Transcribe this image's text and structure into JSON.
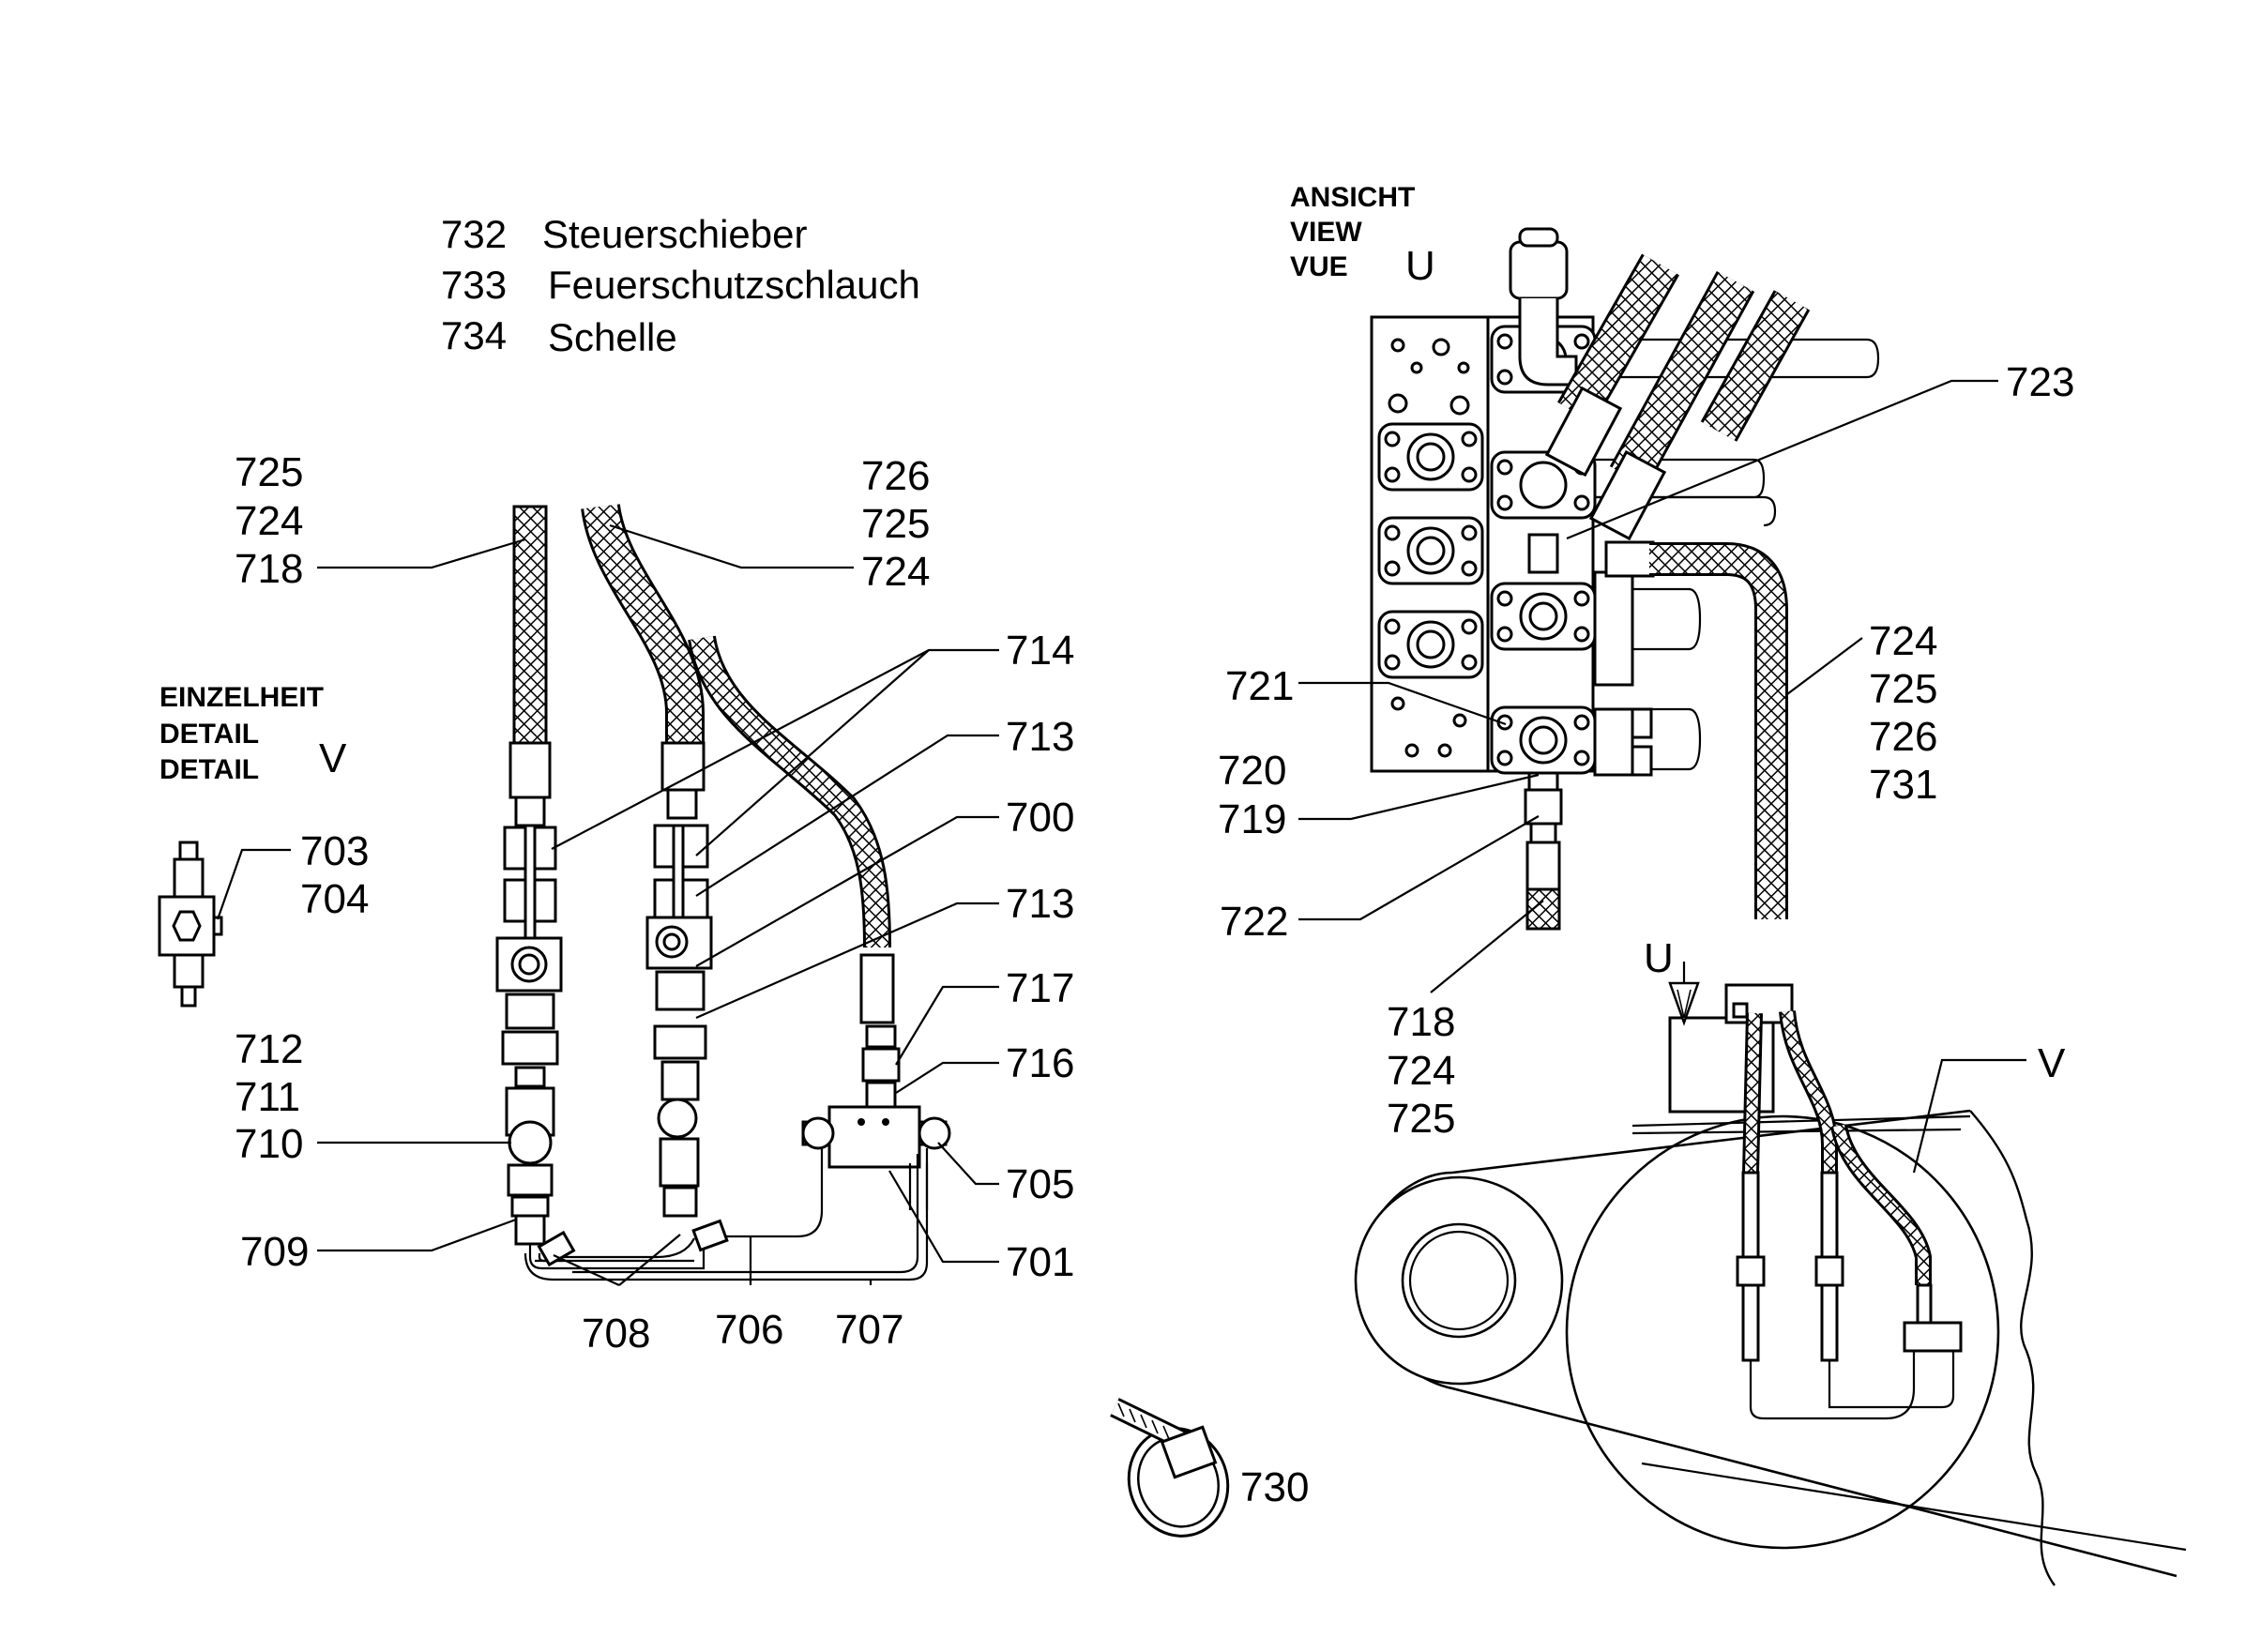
{
  "legend": [
    {
      "num": "732",
      "text": "Steuerschieber"
    },
    {
      "num": "733",
      "text": "Feuerschutzschlauch"
    },
    {
      "num": "734",
      "text": "Schelle"
    }
  ],
  "detail_v": {
    "lines": [
      "EINZELHEIT",
      "DETAIL",
      "DETAIL"
    ],
    "letter": "V"
  },
  "view_u": {
    "lines": [
      "ANSICHT",
      "VIEW",
      "VUE"
    ],
    "letter": "U"
  },
  "callouts": {
    "c725_724_718": [
      "725",
      "724",
      "718"
    ],
    "c726_725_724": [
      "726",
      "725",
      "724"
    ],
    "c714": "714",
    "c713a": "713",
    "c700": "700",
    "c713b": "713",
    "c717": "717",
    "c716": "716",
    "c705": "705",
    "c701": "701",
    "c712_711_710": [
      "712",
      "711",
      "710"
    ],
    "c709": "709",
    "c708": "708",
    "c706": "706",
    "c707": "707",
    "c703_704": [
      "703",
      "704"
    ],
    "c723": "723",
    "c721": "721",
    "c720_719": [
      "720",
      "719"
    ],
    "c722": "722",
    "c724_725_726_731": [
      "724",
      "725",
      "726",
      "731"
    ],
    "c718_724_725": [
      "718",
      "724",
      "725"
    ],
    "u_arrow": "U",
    "v_circle": "V",
    "c730": "730"
  }
}
